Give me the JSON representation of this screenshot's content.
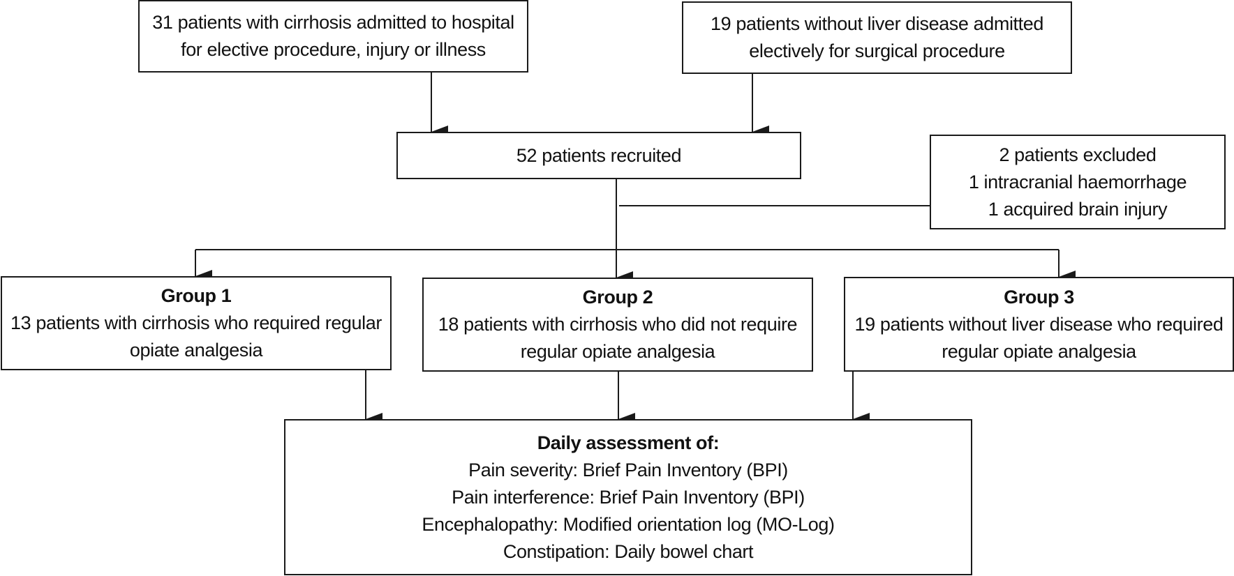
{
  "boxes": {
    "cirrhosis_source": {
      "lines": [
        "31 patients with cirrhosis admitted to hospital",
        "for elective procedure, injury or illness"
      ]
    },
    "no_liver_source": {
      "lines": [
        "19 patients without liver disease admitted",
        "electively for surgical procedure"
      ]
    },
    "recruited": {
      "lines": [
        "52 patients recruited"
      ]
    },
    "excluded": {
      "lines": [
        "2 patients excluded",
        "1 intracranial haemorrhage",
        "1 acquired brain injury"
      ]
    },
    "group_1": {
      "title": "Group 1",
      "lines": [
        "13 patients with cirrhosis who required regular",
        "opiate analgesia"
      ]
    },
    "group_2": {
      "title": "Group 2",
      "lines": [
        "18 patients with cirrhosis who did not require",
        "regular opiate analgesia"
      ]
    },
    "group_3": {
      "title": "Group 3",
      "lines": [
        "19 patients without liver disease who required",
        "regular opiate analgesia"
      ]
    },
    "assessment": {
      "title": "Daily assessment of:",
      "lines": [
        "Pain severity: Brief Pain Inventory (BPI)",
        "Pain interference: Brief Pain Inventory (BPI)",
        "Encephalopathy: Modified orientation log (MO-Log)",
        "Constipation: Daily bowel chart"
      ]
    }
  },
  "colors": {
    "line": "#1a1a1a",
    "text": "#111111",
    "background": "#ffffff"
  }
}
